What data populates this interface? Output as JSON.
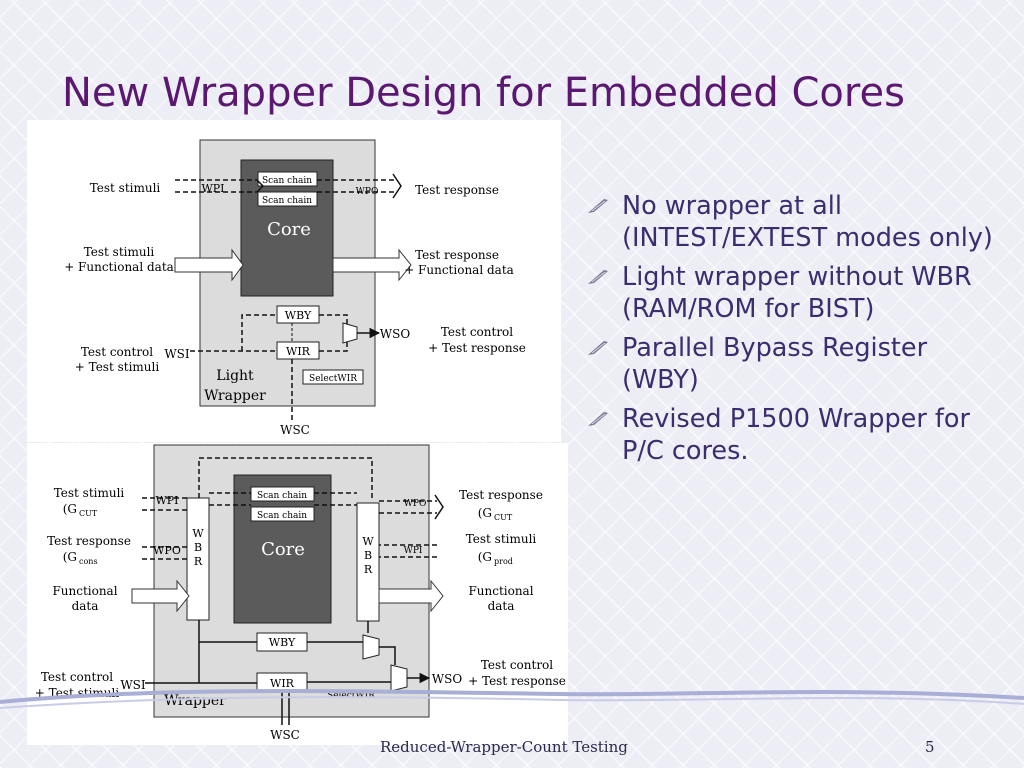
{
  "slide": {
    "title": "New Wrapper Design for Embedded Cores",
    "footer": "Reduced-Wrapper-Count Testing",
    "page_number": "5"
  },
  "bullets": [
    {
      "text": "No wrapper at all (INTEST/EXTEST modes only)"
    },
    {
      "text": "Light wrapper without WBR (RAM/ROM for BIST)"
    },
    {
      "text": "Parallel Bypass Register (WBY)"
    },
    {
      "text": "Revised P1500 Wrapper for P/C cores."
    }
  ],
  "fig1": {
    "scan_chain": "Scan chain",
    "core": "Core",
    "wpi": "WPI",
    "wpo": "WPO",
    "wby": "WBY",
    "wir": "WIR",
    "wsi": "WSI",
    "wso": "WSO",
    "wsc": "WSC",
    "selectwir": "SelectWIR",
    "light": "Light",
    "wrapper": "Wrapper",
    "in1": "Test stimuli",
    "in2a": "Test stimuli",
    "in2b": "+ Functional data",
    "in3a": "Test control",
    "in3b": "+ Test stimuli",
    "out1": "Test response",
    "out2a": "Test response",
    "out2b": "+ Functional data",
    "out3a": "Test control",
    "out3b": "+ Test response"
  },
  "fig2": {
    "scan_chain": "Scan chain",
    "core": "Core",
    "wpi": "WPI",
    "wpo": "WPO",
    "wby": "WBY",
    "wir": "WIR",
    "wsi": "WSI",
    "wso": "WSO",
    "wsc": "WSC",
    "selectwir": "SelectWIR",
    "wrapper": "Wrapper",
    "wbr_letters": [
      "W",
      "B",
      "R"
    ],
    "in1a": "Test stimuli",
    "in1b": "(G",
    "in1sub": "CUT",
    "in2a": "Test response",
    "in2b": "(G",
    "in2sub": "cons",
    "in3a": "Functional",
    "in3b": "data",
    "in4a": "Test control",
    "in4b": "+ Test stimuli",
    "out1a": "Test response",
    "out1b": "(G",
    "out1sub": "CUT",
    "out2a": "Test stimuli",
    "out2b": "(G",
    "out2sub": "prod",
    "out3a": "Functional",
    "out3b": "data",
    "out4a": "Test control",
    "out4b": "+ Test response"
  },
  "colors": {
    "title": "#5a1870",
    "bullet_text": "#3b2d6e",
    "core_fill": "#5b5b5b",
    "wrapper_fill": "#dcdcdc"
  },
  "icons": {
    "bullet": "quill-bullet-icon"
  }
}
